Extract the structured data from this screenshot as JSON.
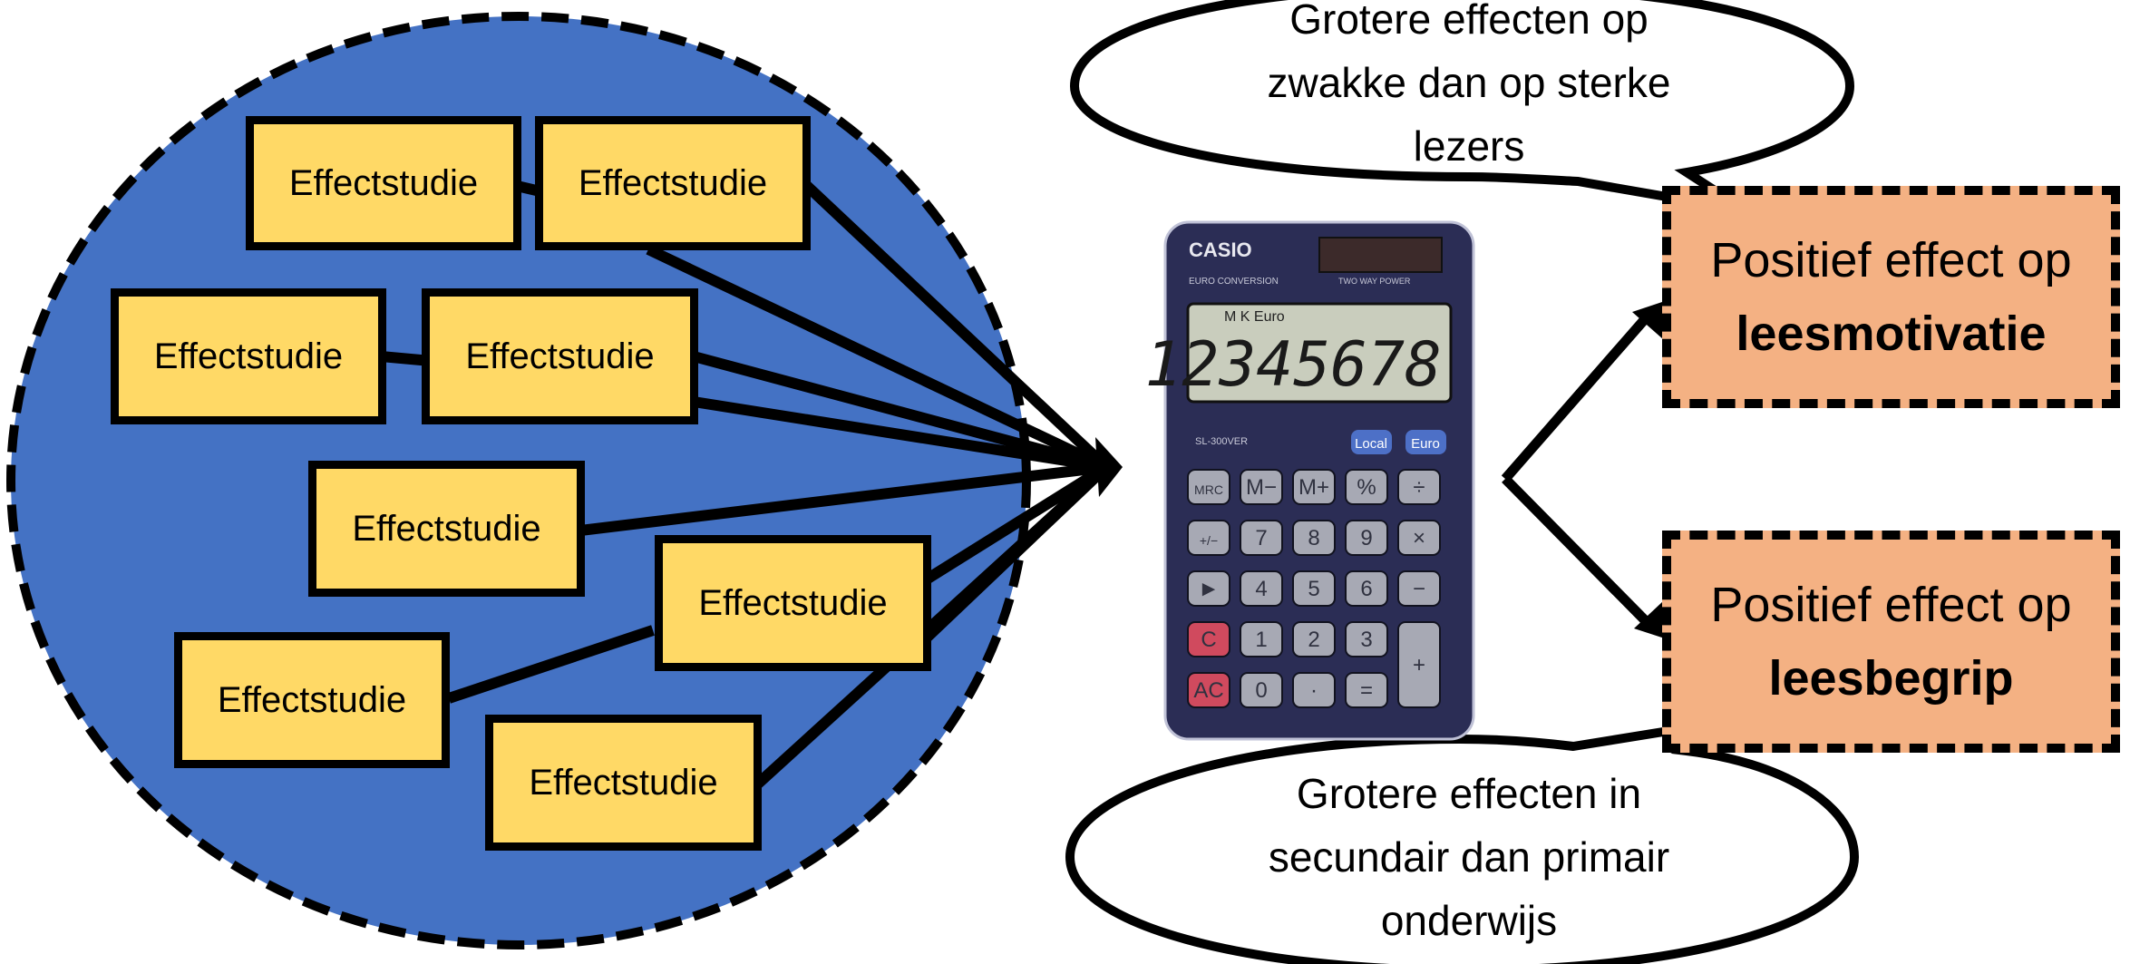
{
  "colors": {
    "circle_fill": "#4472c4",
    "study_fill": "#ffd966",
    "effect_fill": "#f4b183",
    "outline": "#000000",
    "calculator_body": "#2b2d55"
  },
  "studies": [
    {
      "label": "Effectstudie"
    },
    {
      "label": "Effectstudie"
    },
    {
      "label": "Effectstudie"
    },
    {
      "label": "Effectstudie"
    },
    {
      "label": "Effectstudie"
    },
    {
      "label": "Effectstudie"
    },
    {
      "label": "Effectstudie"
    },
    {
      "label": "Effectstudie"
    }
  ],
  "bubbles": {
    "top": {
      "line1": "Grotere effecten op",
      "line2": "zwakke dan op sterke",
      "line3": "lezers"
    },
    "bottom": {
      "line1": "Grotere effecten in",
      "line2": "secundair dan primair",
      "line3": "onderwijs"
    }
  },
  "effects": {
    "motivation": {
      "line1": "Positief effect op",
      "line2": "leesmotivatie"
    },
    "comprehension": {
      "line1": "Positief effect op",
      "line2": "leesbegrip"
    }
  },
  "calculator": {
    "icon": "calculator-icon",
    "brand": "CASIO",
    "model_line": "EURO CONVERSION",
    "power_label": "TWO WAY POWER",
    "model_number": "SL-300VER",
    "display_indicators": "M  K Euro",
    "display_value": "12345678",
    "key_local": "Local",
    "key_euro": "Euro",
    "key_rows": [
      [
        "MRC",
        "M−",
        "M+",
        "%",
        "÷"
      ],
      [
        "+/−",
        "7",
        "8",
        "9",
        "×"
      ],
      [
        "►",
        "4",
        "5",
        "6",
        "−"
      ],
      [
        "C",
        "1",
        "2",
        "3",
        "+"
      ],
      [
        "AC",
        "0",
        "·",
        "="
      ]
    ]
  }
}
